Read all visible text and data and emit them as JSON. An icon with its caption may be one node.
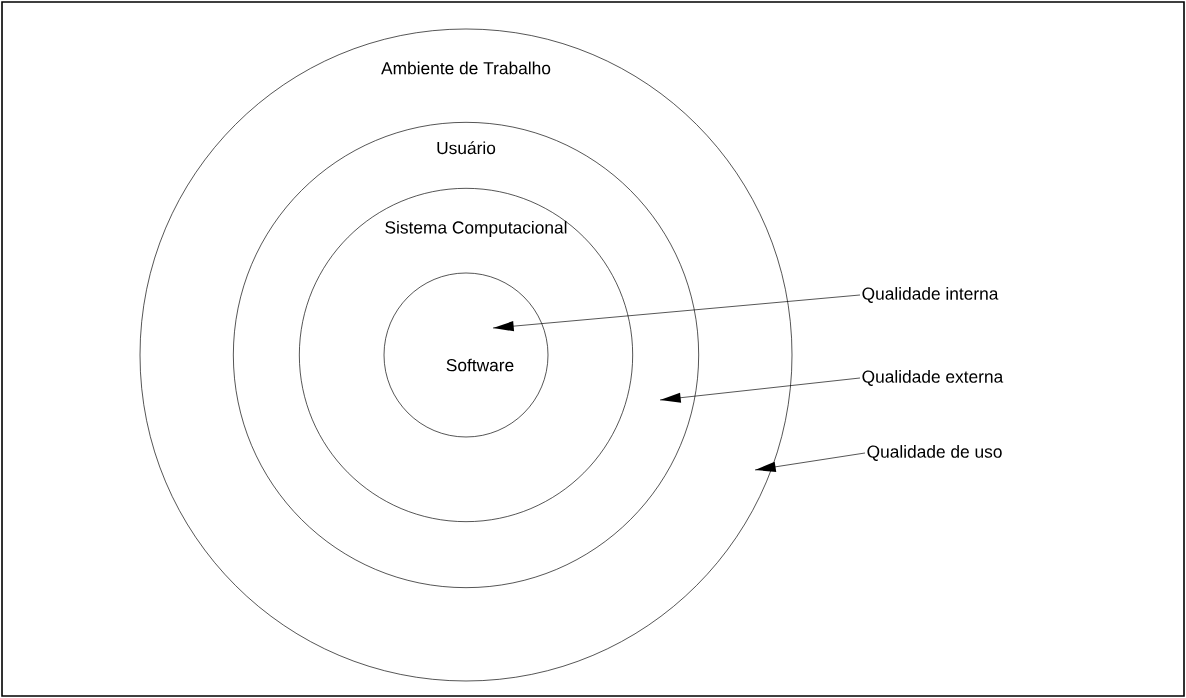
{
  "diagram": {
    "nodes": [
      {
        "text": [
          "Ambiente de Trabalho"
        ]
      },
      {
        "text": [
          "Usuário"
        ],
        "in": 0
      },
      {
        "text": [
          "Sistema Computacional"
        ],
        "in": 1
      },
      {
        "text": [
          "Software"
        ],
        "in": 2
      },
      {
        "text": [
          "Qualidade interna"
        ]
      },
      {
        "text": [
          "Qualidade externa"
        ]
      },
      {
        "text": [
          "Qualidade de uso"
        ]
      }
    ],
    "edges": [
      {
        "from": 4,
        "to": 3,
        "arrow": "to"
      },
      {
        "from": 5,
        "to": 1,
        "arrow": "to"
      },
      {
        "from": 6,
        "to": 0,
        "arrow": "to"
      }
    ]
  }
}
